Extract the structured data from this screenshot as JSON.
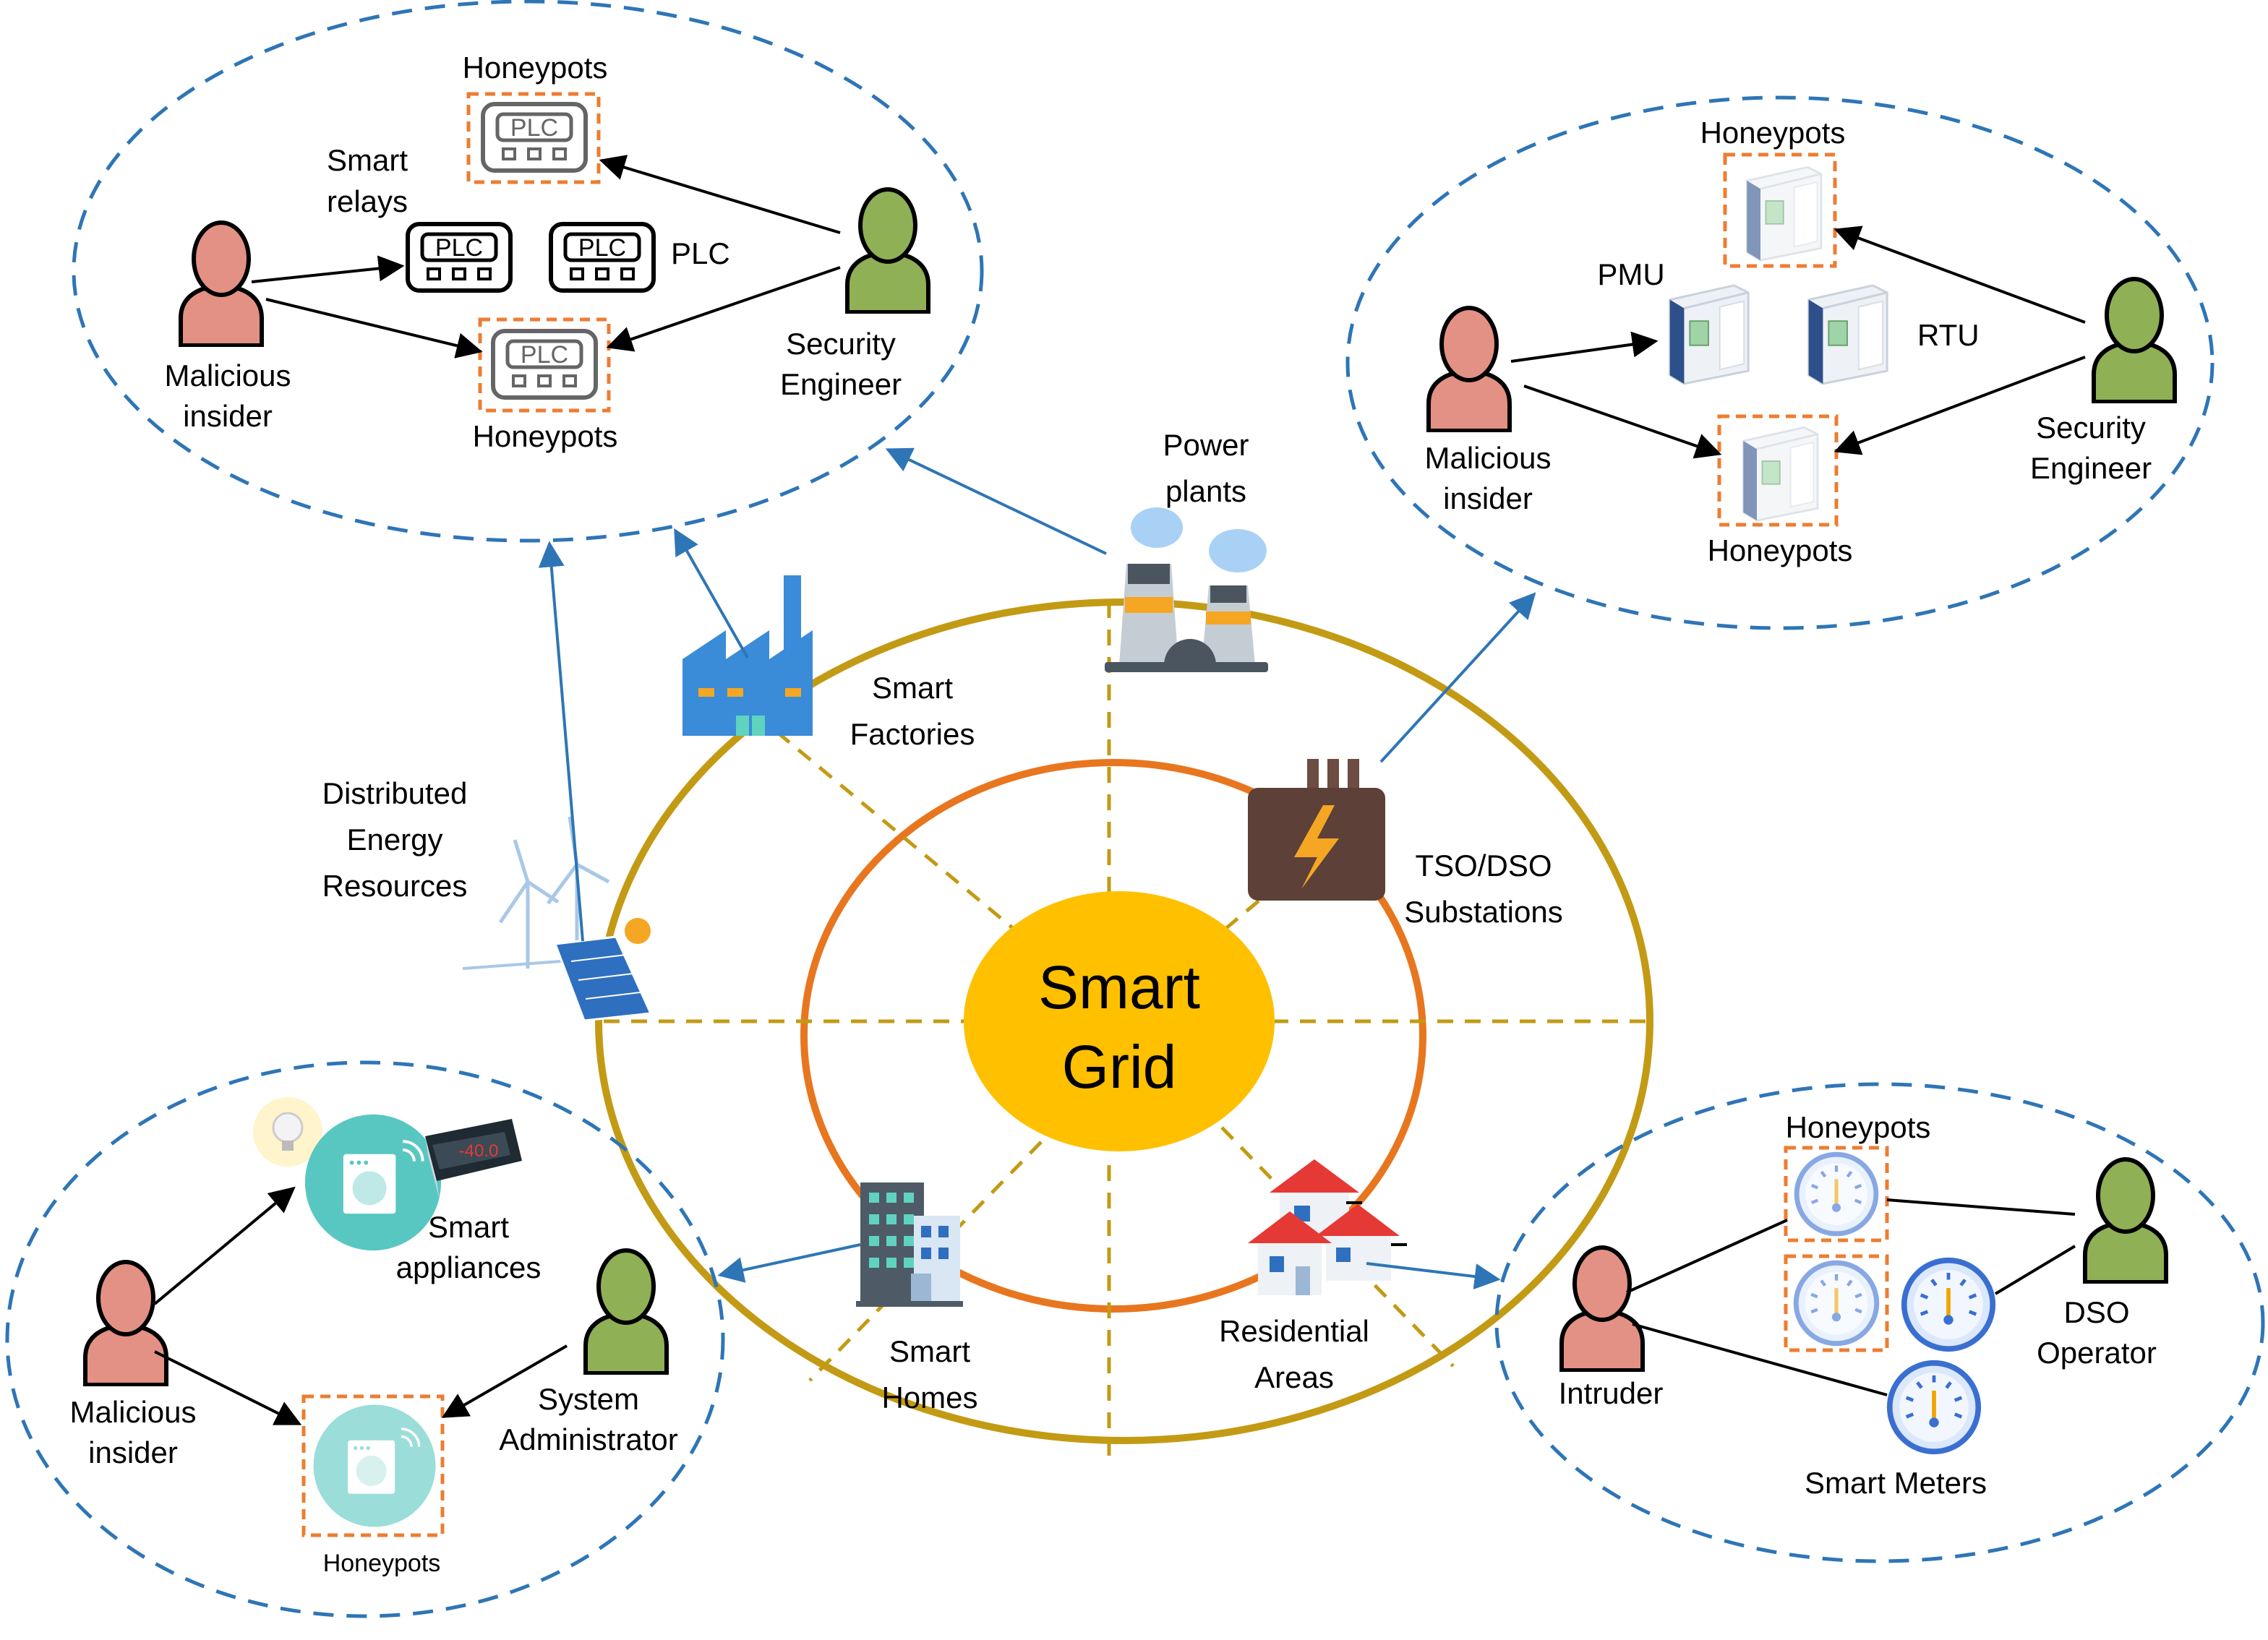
{
  "center": {
    "line1": "Smart",
    "line2": "Grid"
  },
  "ring": {
    "power_plants": {
      "line1": "Power",
      "line2": "plants"
    },
    "smart_factories": {
      "line1": "Smart",
      "line2": "Factories"
    },
    "der": {
      "line1": "Distributed",
      "line2": "Energy",
      "line3": "Resources"
    },
    "substations": {
      "line1": "TSO/DSO",
      "line2": "Substations"
    },
    "smart_homes": {
      "line1": "Smart",
      "line2": "Homes"
    },
    "residential": {
      "line1": "Residential",
      "line2": "Areas"
    }
  },
  "cluster_top_left": {
    "honeypots_top": "Honeypots",
    "smart_relays": {
      "line1": "Smart",
      "line2": "relays"
    },
    "plc_device_text": "PLC",
    "plc_label": "PLC",
    "honeypots_bottom": "Honeypots",
    "attacker": {
      "line1": "Malicious",
      "line2": "insider"
    },
    "defender": {
      "line1": "Security",
      "line2": "Engineer"
    }
  },
  "cluster_top_right": {
    "honeypots_top": "Honeypots",
    "pmu": "PMU",
    "rtu": "RTU",
    "honeypots_bottom": "Honeypots",
    "attacker": {
      "line1": "Malicious",
      "line2": "insider"
    },
    "defender": {
      "line1": "Security",
      "line2": "Engineer"
    }
  },
  "cluster_bottom_left": {
    "smart_appliances": {
      "line1": "Smart",
      "line2": "appliances"
    },
    "honeypots": "Honeypots",
    "attacker": {
      "line1": "Malicious",
      "line2": "insider"
    },
    "defender": {
      "line1": "System",
      "line2": "Administrator"
    }
  },
  "cluster_bottom_right": {
    "honeypots": "Honeypots",
    "smart_meters": "Smart Meters",
    "attacker": "Intruder",
    "defender": {
      "line1": "DSO",
      "line2": "Operator"
    }
  },
  "colors": {
    "attacker": "#e39184",
    "defender": "#8fb054",
    "center_fill": "#ffc000",
    "inner_ring": "#e8761f",
    "outer_ring": "#c39a14",
    "dashed_cluster": "#2e75b6",
    "honeypot_border": "#ed7d31",
    "link_arrow": "#2e75b6"
  },
  "icons": {
    "person": "person-icon",
    "plc": "plc-icon",
    "rtu": "rtu-device-icon",
    "meter": "gauge-meter-icon",
    "appliance": "washing-machine-icon",
    "factory": "factory-icon",
    "power_plant": "power-plant-icon",
    "substation": "lightning-transformer-icon",
    "wind_solar": "wind-solar-icon",
    "building": "building-icon",
    "houses": "houses-icon"
  }
}
